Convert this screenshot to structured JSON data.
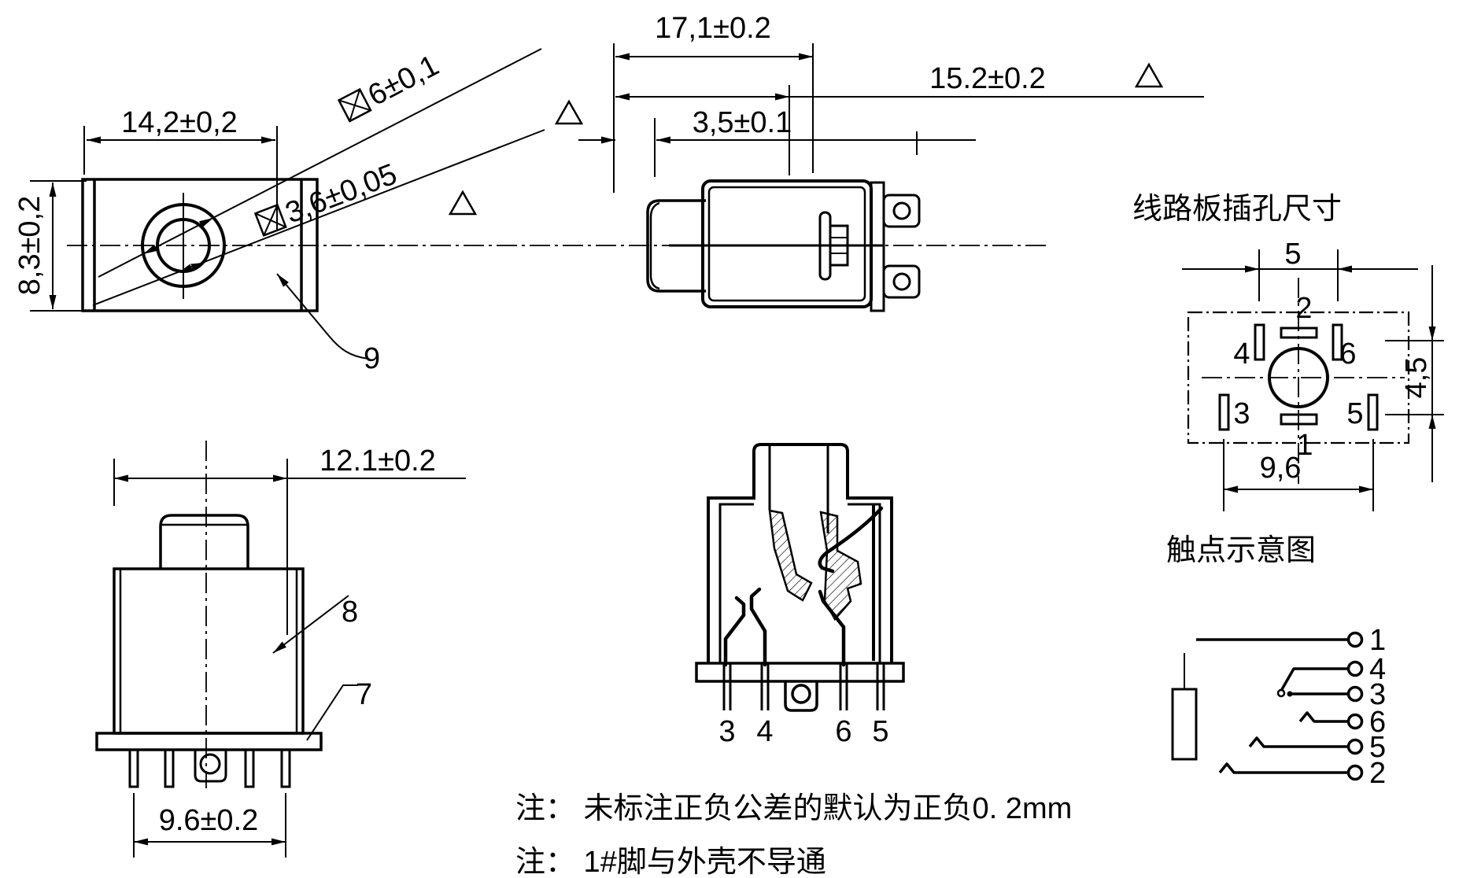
{
  "front_view": {
    "dim_width": "14,2±0,2",
    "dim_height": "8,3±0,2",
    "dia_outer": "6±0,1",
    "dia_inner": "3,6±0,05",
    "ref_face": "9"
  },
  "side_view": {
    "dim_total": "17,1±0.2",
    "dim_body": "15.2±0.2",
    "dim_bushing": "3,5±0.1"
  },
  "bottom_view": {
    "dim_width": "12.1±0.2",
    "dim_pins": "9.6±0.2",
    "ref_body": "8",
    "ref_flange": "7"
  },
  "section_view": {
    "pins": [
      "3",
      "4",
      "6",
      "5"
    ]
  },
  "pcb_view": {
    "title": "线路板插孔尺寸",
    "dim_top": "5",
    "dim_side": "4,5",
    "dim_bottom": "9,6",
    "pins": {
      "p1": "1",
      "p2": "2",
      "p3": "3",
      "p4": "4",
      "p5": "5",
      "p6": "6"
    }
  },
  "schematic": {
    "title": "触点示意图",
    "pins": [
      "1",
      "4",
      "3",
      "6",
      "5",
      "2"
    ]
  },
  "notes": {
    "line1": "注： 未标注正负公差的默认为正负0. 2mm",
    "line2": "注： 1#脚与外壳不导通"
  }
}
